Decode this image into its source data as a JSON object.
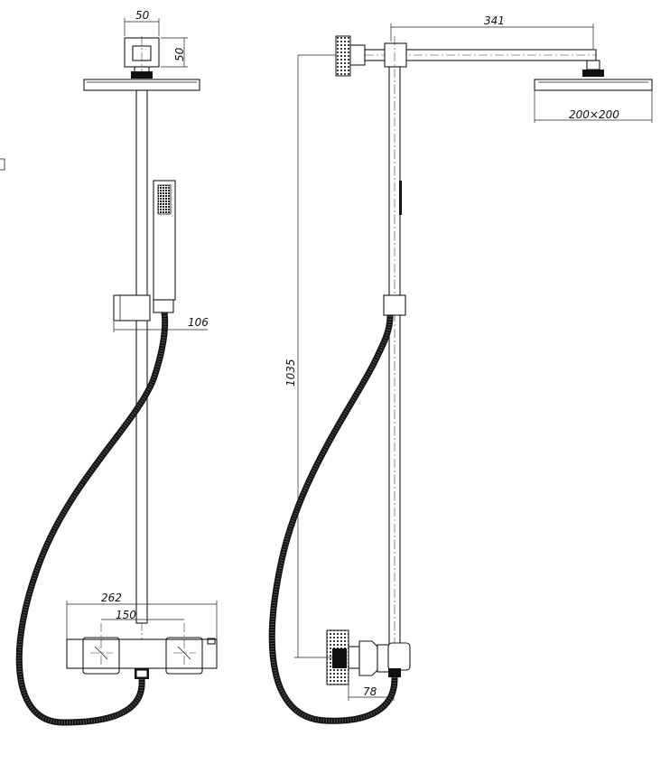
{
  "dimensions": {
    "head_width": "50",
    "head_height": "50",
    "handshower_offset": "106",
    "arm_length": "341",
    "head_size": "200×200",
    "column_height": "1035",
    "mixer_width": "262",
    "inlet_spacing": "150",
    "wall_offset": "78"
  }
}
